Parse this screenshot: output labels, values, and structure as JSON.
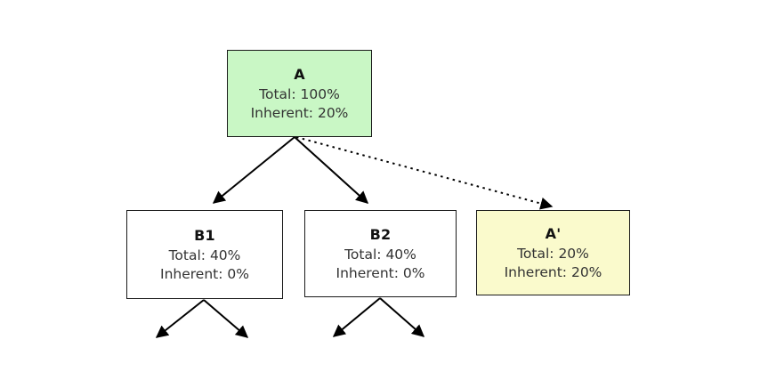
{
  "diagram": {
    "type": "tree",
    "title_text": "",
    "background_color": "#ffffff",
    "nodes": [
      {
        "id": "A",
        "label": "A",
        "total": "Total: 100%",
        "inherent": "Inherent: 20%",
        "fill_color": "#c9f7c5",
        "border_color": "#1a1a1a"
      },
      {
        "id": "B1",
        "label": "B1",
        "total": "Total: 40%",
        "inherent": "Inherent: 0%",
        "fill_color": "#ffffff",
        "border_color": "#1a1a1a"
      },
      {
        "id": "B2",
        "label": "B2",
        "total": "Total: 40%",
        "inherent": "Inherent: 0%",
        "fill_color": "#ffffff",
        "border_color": "#1a1a1a"
      },
      {
        "id": "Aprime",
        "label": "A'",
        "total": "Total: 20%",
        "inherent": "Inherent: 20%",
        "fill_color": "#fafacc",
        "border_color": "#1a1a1a"
      }
    ],
    "edges": [
      {
        "from": "A",
        "to": "B1",
        "style": "solid",
        "arrow": "filled"
      },
      {
        "from": "A",
        "to": "B2",
        "style": "solid",
        "arrow": "filled"
      },
      {
        "from": "A",
        "to": "Aprime",
        "style": "dotted",
        "arrow": "filled"
      },
      {
        "from": "B1",
        "to": "",
        "style": "solid",
        "arrow": "filled"
      },
      {
        "from": "B1",
        "to": "",
        "style": "solid",
        "arrow": "filled"
      },
      {
        "from": "B2",
        "to": "",
        "style": "solid",
        "arrow": "filled"
      },
      {
        "from": "B2",
        "to": "",
        "style": "solid",
        "arrow": "filled"
      }
    ],
    "edge_color": "#000000"
  }
}
